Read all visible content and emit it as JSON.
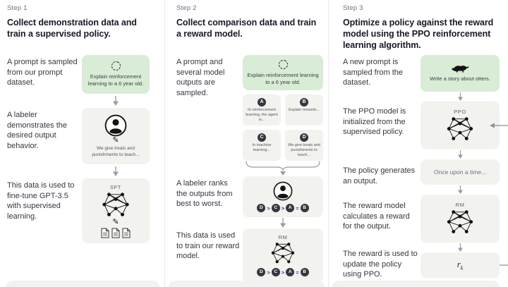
{
  "columns": [
    {
      "step_label": "Step 1",
      "heading": "Collect demonstration data and train a supervised policy.",
      "rows": {
        "prompt": {
          "text": "A prompt is sampled from our prompt dataset.",
          "box": "Explain reinforcement learning to a 6 year old."
        },
        "labeler": {
          "text": "A labeler demonstrates the desired output behavior.",
          "caption": "We give treats and punishments to teach..."
        },
        "sft": {
          "text": "This data is used to fine-tune GPT-3.5 with supervised learning.",
          "label": "SFT"
        }
      }
    },
    {
      "step_label": "Step 2",
      "heading": "Collect comparison data and train a reward model.",
      "rows": {
        "prompt": {
          "text": "A prompt and several model outputs are sampled.",
          "box": "Explain reinforcement learning to a 6 year old."
        },
        "outputs": [
          {
            "letter": "A",
            "text": "In reinforcement learning, the agent is..."
          },
          {
            "letter": "B",
            "text": "Explain rewards..."
          },
          {
            "letter": "C",
            "text": "In machine learning..."
          },
          {
            "letter": "D",
            "text": "We give treats and punishments to teach..."
          }
        ],
        "rank": {
          "text": "A labeler ranks the outputs from best to worst.",
          "order": [
            "D",
            "C",
            "A",
            "B"
          ],
          "separators": [
            ">",
            ">",
            "="
          ]
        },
        "rm": {
          "text": "This data is used to train our reward model.",
          "label": "RM"
        }
      }
    },
    {
      "step_label": "Step 3",
      "heading": "Optimize a policy against the reward model using the PPO reinforcement learning algorithm.",
      "rows": {
        "prompt": {
          "text": "A new prompt is sampled from the dataset.",
          "box": "Write a story about otters."
        },
        "ppo": {
          "text": "The PPO model is initialized from the supervised policy.",
          "label": "PPO"
        },
        "output": {
          "text": "The policy generates an output.",
          "box": "Once upon a time..."
        },
        "rm": {
          "text": "The reward model calculates a reward for the output.",
          "label": "RM"
        },
        "reward": {
          "text": "The reward is used to update the policy using PPO.",
          "symbol": "r",
          "subscript": "k"
        }
      }
    }
  ],
  "colors": {
    "green_box": "#d9ecd6",
    "gray_box": "#f2f2ef",
    "ink": "#191927",
    "muted": "#6e6e80"
  }
}
